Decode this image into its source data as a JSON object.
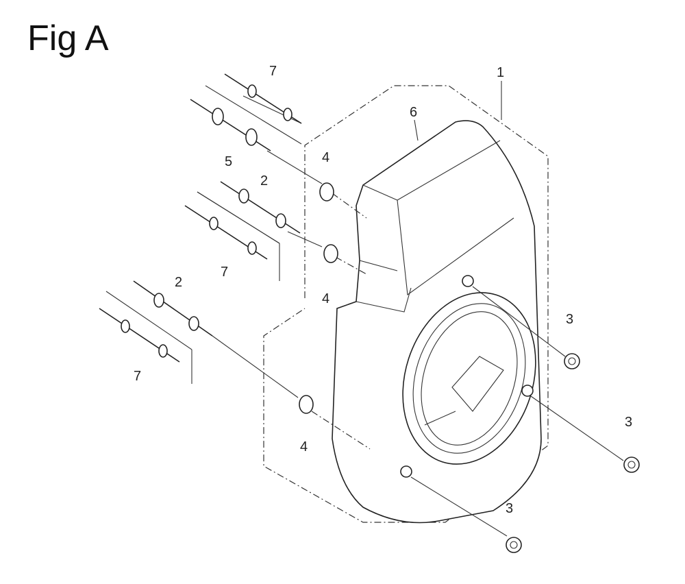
{
  "figure": {
    "title": "Fig A",
    "callouts": {
      "c1": "1",
      "c6": "6",
      "c7a": "7",
      "c5": "5",
      "c2a": "2",
      "c7b": "7",
      "c2b": "2",
      "c7c": "7",
      "c4a": "4",
      "c4b": "4",
      "c4c": "4",
      "c3a": "3",
      "c3b": "3",
      "c3c": "3"
    }
  }
}
